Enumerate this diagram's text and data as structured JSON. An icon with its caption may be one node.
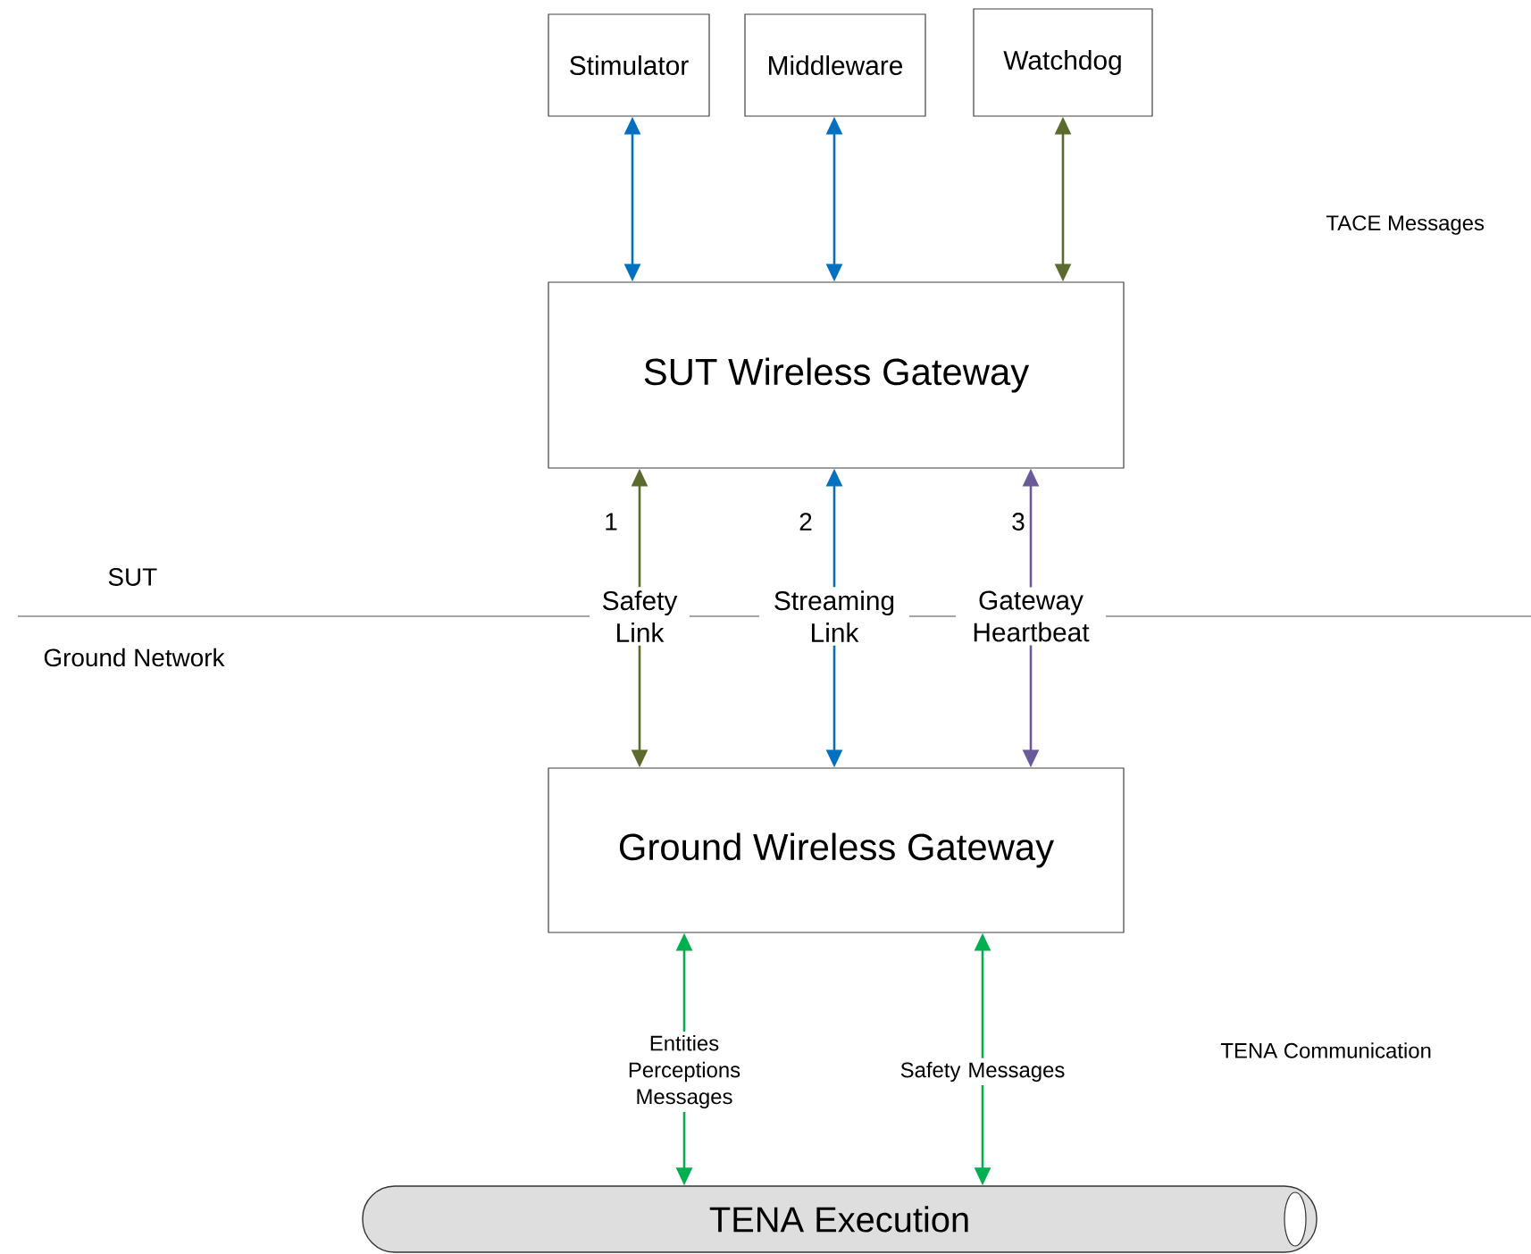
{
  "diagram": {
    "nodes": [
      {
        "text": [
          "Stimulator"
        ]
      },
      {
        "text": [
          "Middleware"
        ]
      },
      {
        "text": [
          "Watchdog"
        ]
      },
      {
        "text": [
          "SUT Wireless Gateway"
        ]
      },
      {
        "text": [
          "Ground Wireless Gateway"
        ]
      },
      {
        "text": [
          "TENA Execution"
        ]
      }
    ],
    "edges": [
      {
        "from": 0,
        "to": 3,
        "arrow": "both",
        "color": "#0070c0"
      },
      {
        "from": 1,
        "to": 3,
        "arrow": "both",
        "color": "#0070c0"
      },
      {
        "from": 2,
        "to": 3,
        "arrow": "both",
        "color": "#5b6b2f"
      },
      {
        "from": 4,
        "to": 3,
        "arrow": "both",
        "label": "Safety Link",
        "color": "#5b6b2f"
      },
      {
        "from": 4,
        "to": 3,
        "arrow": "both",
        "label": "Streaming Link",
        "color": "#0070c0"
      },
      {
        "from": 4,
        "to": 3,
        "arrow": "both",
        "label": "Gateway Heartbeat",
        "color": "#6a5a9a"
      },
      {
        "from": 5,
        "to": 4,
        "arrow": "both",
        "label": "Entities Perceptions Messages",
        "color": "#00b050"
      },
      {
        "from": 5,
        "to": 4,
        "arrow": "both",
        "label": "Safety Messages",
        "color": "#00b050"
      }
    ],
    "labels": [
      "TACE Messages",
      "1",
      "2",
      "3",
      "SUT",
      "Ground Network",
      "TENA Communication"
    ]
  }
}
